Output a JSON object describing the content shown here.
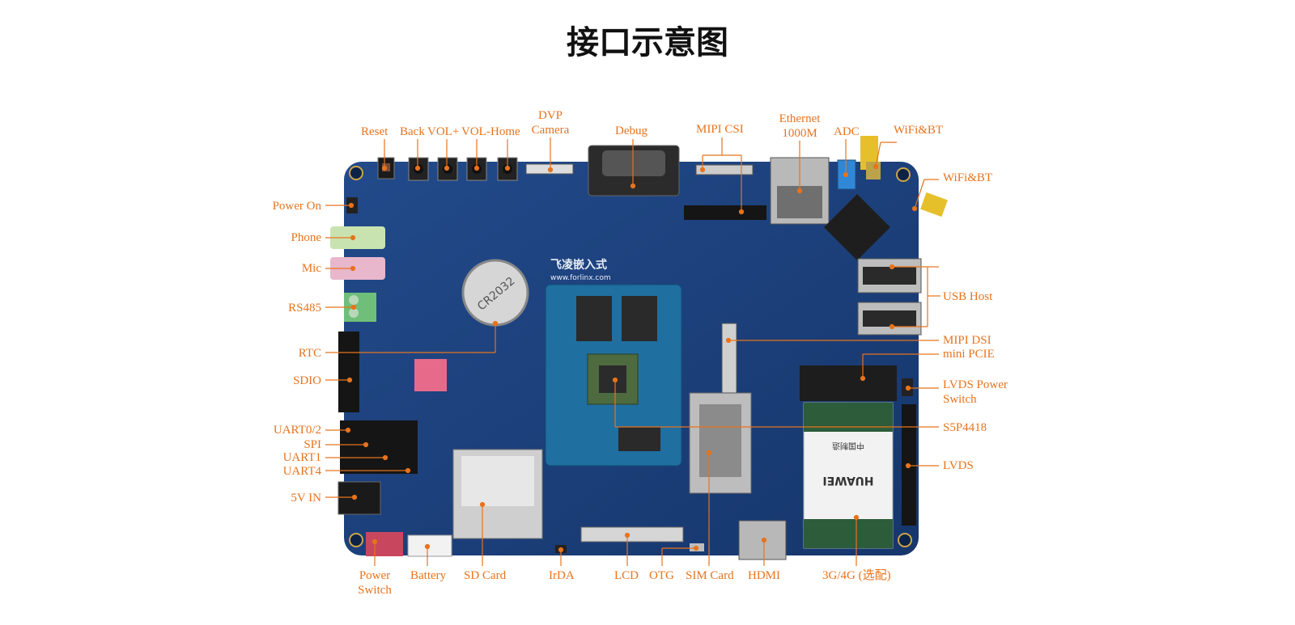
{
  "title": "接口示意图",
  "colors": {
    "accent": "#e8731c",
    "board": "#1c3f7a",
    "board_dark": "#132e5c"
  },
  "labels": {
    "reset": "Reset",
    "back": "Back",
    "vol_up": "VOL+",
    "vol_down": "VOL-",
    "home": "Home",
    "dvp_camera_1": "DVP",
    "dvp_camera_2": "Camera",
    "debug": "Debug",
    "mipi_csi": "MIPI CSI",
    "ethernet_1": "Ethernet",
    "ethernet_2": "1000M",
    "adc": "ADC",
    "wifi_bt_top": "WiFi&BT",
    "wifi_bt_right": "WiFi&BT",
    "power_on": "Power On",
    "phone": "Phone",
    "mic": "Mic",
    "rs485": "RS485",
    "rtc": "RTC",
    "sdio": "SDIO",
    "uart0_2": "UART0/2",
    "spi": "SPI",
    "uart1": "UART1",
    "uart4": "UART4",
    "five_v_in": "5V IN",
    "usb_host": "USB Host",
    "mipi_dsi": "MIPI DSI",
    "mini_pcie": "mini PCIE",
    "lvds_power_1": "LVDS Power",
    "lvds_power_2": "Switch",
    "s5p4418": "S5P4418",
    "lvds": "LVDS",
    "power_switch_1": "Power",
    "power_switch_2": "Switch",
    "battery": "Battery",
    "sd_card": "SD Card",
    "irda": "IrDA",
    "lcd": "LCD",
    "otg": "OTG",
    "sim_card": "SIM Card",
    "hdmi": "HDMI",
    "g34": "3G/4G (选配)"
  },
  "board_text": {
    "brand": "飞凌嵌入式",
    "website": "www.forlinx.com",
    "battery_text": "CR2032",
    "module_brand": "HUAWEI",
    "module_cn": "中国制造"
  }
}
